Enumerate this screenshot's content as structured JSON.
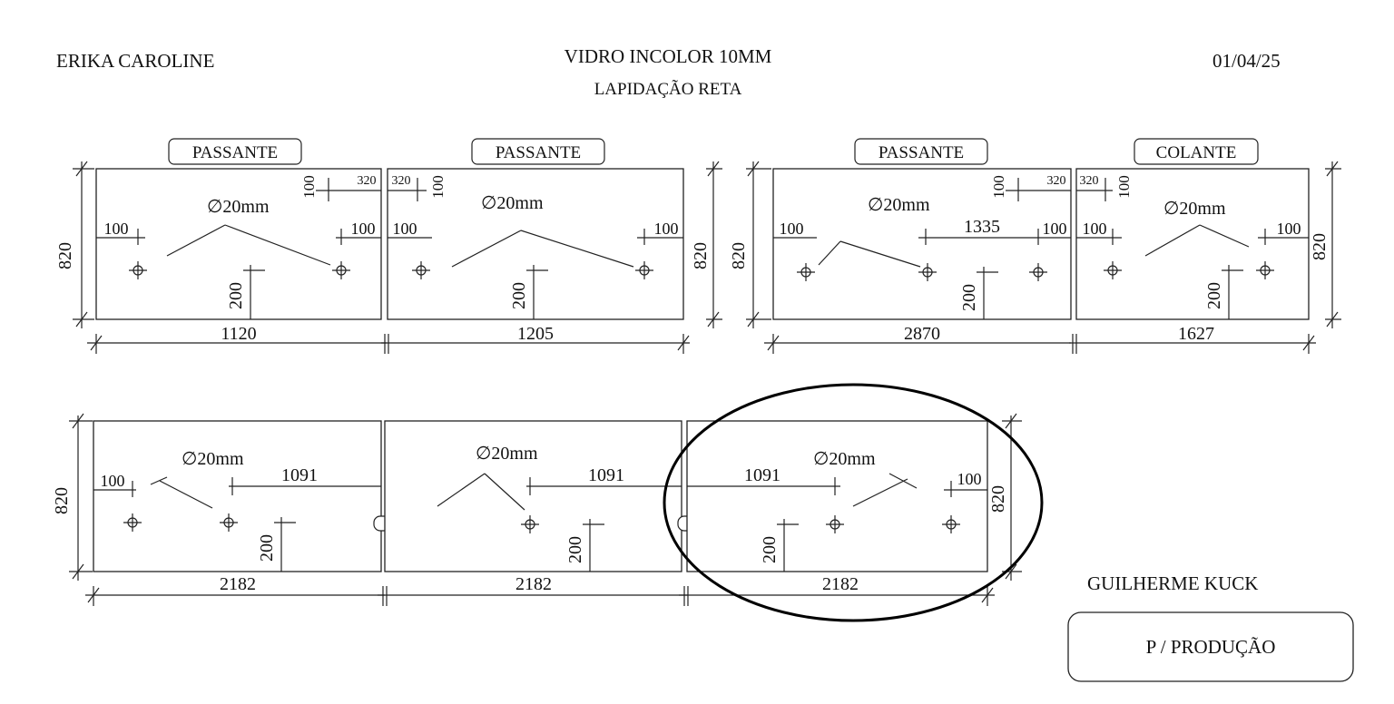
{
  "header": {
    "client": "ERIKA CAROLINE",
    "material": "VIDRO INCOLOR 10MM",
    "finish": "LAPIDAÇÃO RETA",
    "date": "01/04/25"
  },
  "footer": {
    "installer": "GUILHERME KUCK",
    "stamp": "P / PRODUÇÃO"
  },
  "hole_label": "∅20mm",
  "panels_top": [
    {
      "tag": "PASSANTE",
      "width": "1120",
      "height": "820",
      "edge_left": "100",
      "edge_right": "100",
      "corner_h": "100",
      "corner_w": "320",
      "bottom": "200"
    },
    {
      "tag": "PASSANTE",
      "width": "1205",
      "height": "820",
      "edge_left": "100",
      "edge_right": "100",
      "corner_h": "100",
      "corner_w": "320",
      "bottom": "200"
    },
    {
      "tag": "PASSANTE",
      "width": "2870",
      "height": "820",
      "edge_left": "100",
      "edge_right": "100",
      "mid": "1335",
      "corner_h": "100",
      "corner_w": "320",
      "bottom": "200"
    },
    {
      "tag": "COLANTE",
      "width": "1627",
      "height": "820",
      "edge_left": "100",
      "edge_right": "100",
      "corner_h": "100",
      "corner_w": "320",
      "bottom": "200"
    }
  ],
  "panels_bottom": [
    {
      "width": "2182",
      "height": "820",
      "edge": "100",
      "mid": "1091",
      "bottom": "200"
    },
    {
      "width": "2182",
      "mid": "1091",
      "bottom": "200"
    },
    {
      "width": "2182",
      "height": "820",
      "edge": "100",
      "mid": "1091",
      "bottom": "200"
    }
  ]
}
